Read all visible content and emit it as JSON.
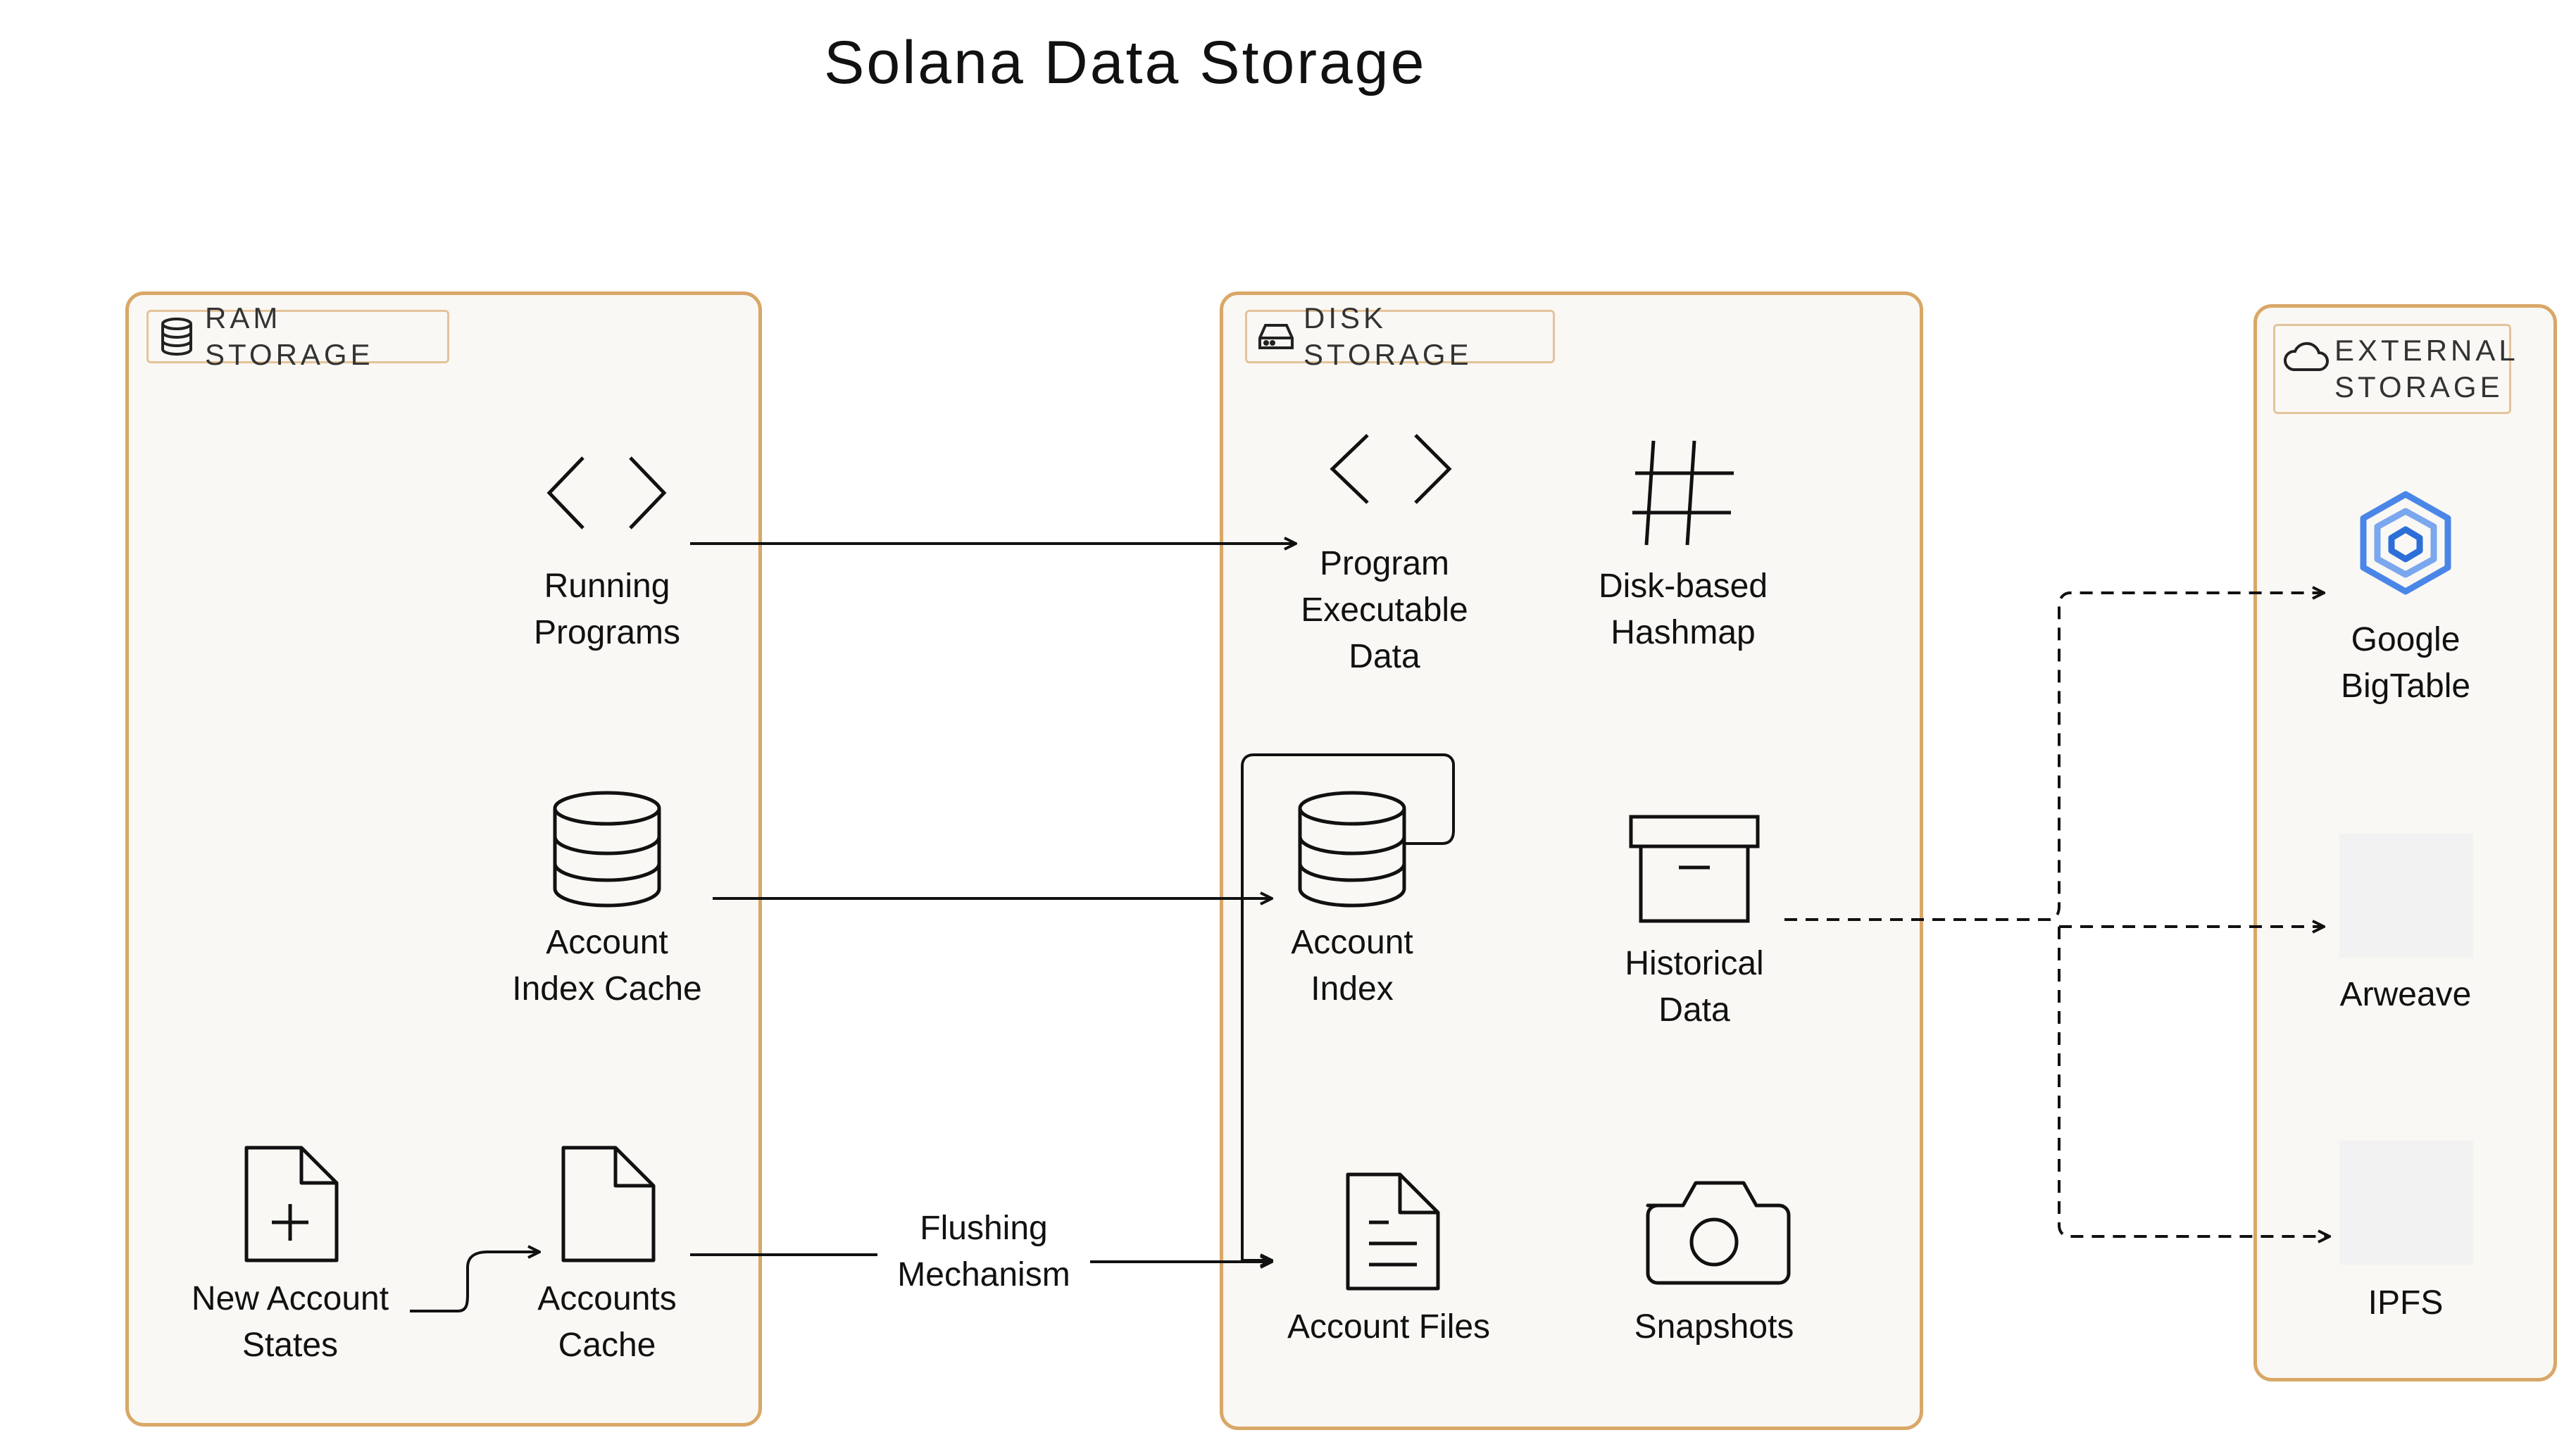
{
  "title": "Solana Data Storage",
  "groups": {
    "ram": {
      "label": "RAM STORAGE",
      "icon": "database-icon"
    },
    "disk": {
      "label": "DISK STORAGE",
      "icon": "hard-drive-icon"
    },
    "external": {
      "label": "EXTERNAL\nSTORAGE",
      "icon": "cloud-icon"
    }
  },
  "nodes": {
    "running_programs": {
      "label": "Running\nPrograms",
      "icon": "code-icon"
    },
    "account_index_cache": {
      "label": "Account\nIndex Cache",
      "icon": "database-icon"
    },
    "new_account_states": {
      "label": "New Account\nStates",
      "icon": "file-plus-icon"
    },
    "accounts_cache": {
      "label": "Accounts\nCache",
      "icon": "file-icon"
    },
    "program_executable_data": {
      "label": "Program\nExecutable\nData",
      "icon": "code-icon"
    },
    "disk_based_hashmap": {
      "label": "Disk-based\nHashmap",
      "icon": "hash-icon"
    },
    "account_index": {
      "label": "Account\nIndex",
      "icon": "database-icon"
    },
    "historical_data": {
      "label": "Historical\nData",
      "icon": "archive-icon"
    },
    "account_files": {
      "label": "Account Files",
      "icon": "file-text-icon"
    },
    "snapshots": {
      "label": "Snapshots",
      "icon": "camera-icon"
    },
    "google_bigtable": {
      "label": "Google\nBigTable",
      "icon": "bigtable-logo-icon"
    },
    "arweave": {
      "label": "Arweave",
      "icon": "arweave-logo-icon"
    },
    "ipfs": {
      "label": "IPFS",
      "icon": "ipfs-logo-icon"
    }
  },
  "edges": {
    "flushing": {
      "label": "Flushing\nMechanism"
    }
  },
  "colors": {
    "group_border": "#d9a767",
    "group_fill": "#faf8f4",
    "bigtable_blue": "#4a86e8",
    "stroke": "#111111"
  }
}
